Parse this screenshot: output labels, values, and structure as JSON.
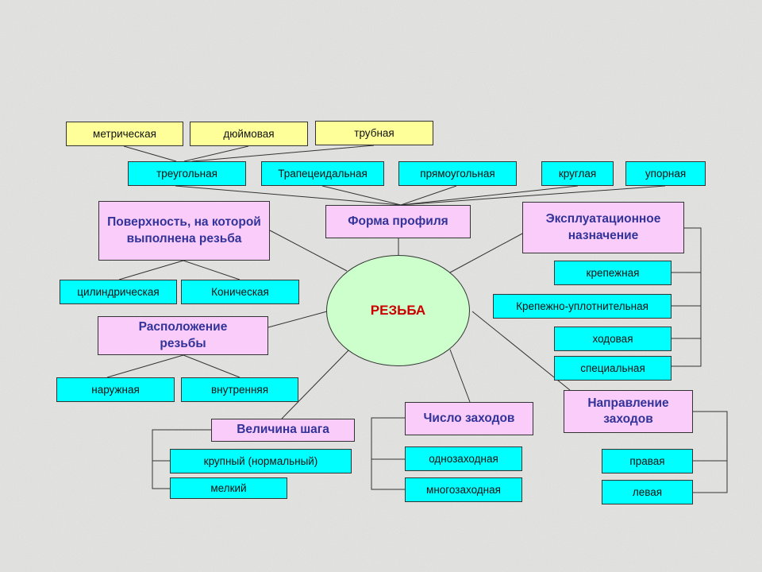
{
  "colors": {
    "node_pink": "#f9ccf9",
    "node_cyan": "#00ffff",
    "node_yellow": "#ffff99",
    "center_fill": "#ccffcc",
    "center_text": "#cc0000",
    "heading_text": "#333399"
  },
  "center": {
    "label": "РЕЗЬБА"
  },
  "thread_types": {
    "metric": "метрическая",
    "inch": "дюймовая",
    "pipe": "трубная"
  },
  "profile": {
    "heading": "Форма профиля",
    "items": [
      "треугольная",
      "Трапецеидальная",
      "прямоугольная",
      "круглая",
      "упорная"
    ]
  },
  "surface": {
    "heading": "Поверхность, на которой выполнена резьба",
    "items": [
      "цилиндрическая",
      "Коническая"
    ]
  },
  "location": {
    "heading": "Расположение резьбы",
    "items": [
      "наружная",
      "внутренняя"
    ]
  },
  "purpose": {
    "heading": "Эксплуатационное назначение",
    "items": [
      "крепежная",
      "Крепежно-уплотнительная",
      "ходовая",
      "специальная"
    ]
  },
  "pitch": {
    "heading": "Величина шага",
    "items": [
      "крупный (нормальный)",
      "мелкий"
    ]
  },
  "starts": {
    "heading": "Число заходов",
    "items": [
      "однозаходная",
      "многозаходная"
    ]
  },
  "direction": {
    "heading": "Направление заходов",
    "items": [
      "правая",
      "левая"
    ]
  }
}
